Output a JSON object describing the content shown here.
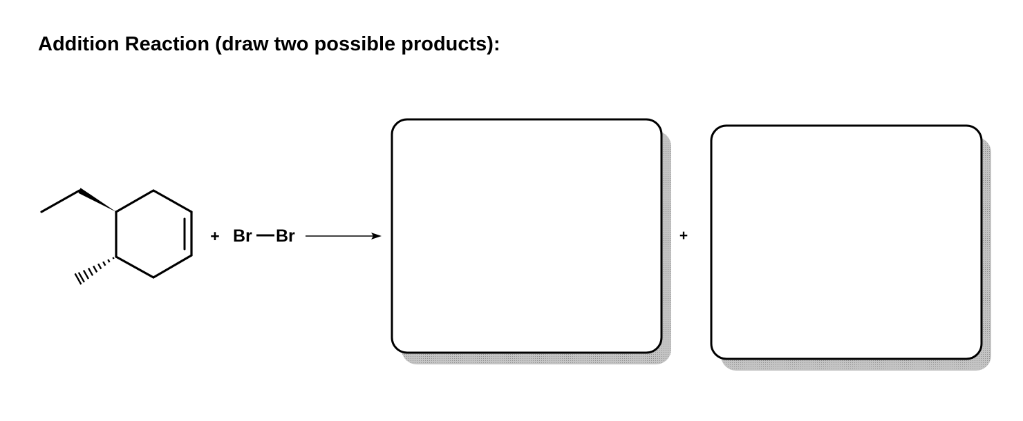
{
  "title": "Addition Reaction (draw two possible products):",
  "reaction": {
    "plus_reagent": "+",
    "reagent_left_atom": "Br",
    "reagent_right_atom": "Br",
    "plus_products": "+"
  },
  "colors": {
    "ink": "#000000",
    "box_shadow": "#b3b3b3",
    "box_fill": "#ffffff"
  }
}
